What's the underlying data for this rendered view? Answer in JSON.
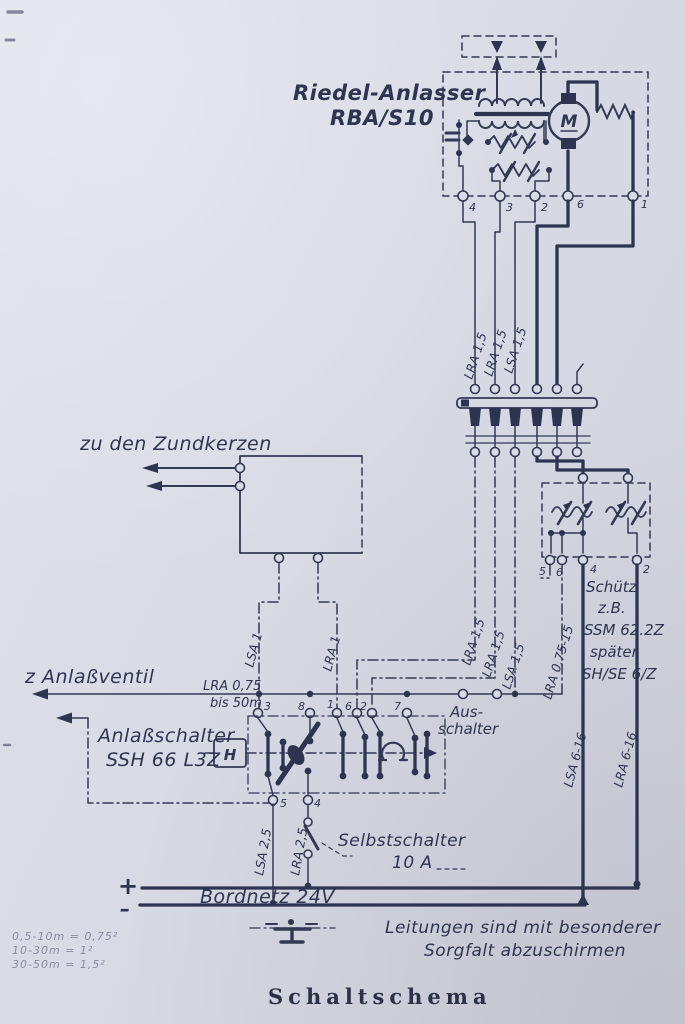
{
  "document": {
    "title": "Schaltschema",
    "shield_note": {
      "line1": "Leitungen sind mit besonderer",
      "line2": "Sorgfalt abzuschirmen"
    },
    "wire_size_notes": {
      "line1": "0,5-10m = 0,75²",
      "line2": "10-30m = 1²",
      "line3": "30-50m = 1,5²"
    }
  },
  "starter": {
    "name_line1": "Riedel-Anlasser",
    "name_line2": "RBA/S10",
    "motor": "M",
    "terminals": {
      "t4": "4",
      "t3": "3",
      "t2": "2",
      "t6": "6",
      "t1": "1"
    }
  },
  "ignition": {
    "label": "zu den Zundkerzen"
  },
  "valve": {
    "label": "z Anlaßventil",
    "wire": "LRA 0,75",
    "length": "bis 50m"
  },
  "starter_switch": {
    "name_line1": "Anlaßschalter",
    "name_line2": "SSH 66 L3Z",
    "h": "H",
    "top_terminals": {
      "t3": "3",
      "t8": "8",
      "t1": "1",
      "t6": "6",
      "t2": "2",
      "t7": "7"
    },
    "bottom_terminals": {
      "t5": "5",
      "t4": "4"
    }
  },
  "off_switch": {
    "line1": "Aus-",
    "line2": "schalter"
  },
  "contactor": {
    "line1": "Schütz",
    "line2": "z.B.",
    "line3": "SSM 62.2Z",
    "line4": "später",
    "line5": "SH/SE 6/Z",
    "terminals": {
      "t5": "5",
      "t6": "6",
      "t4": "4",
      "t2": "2"
    }
  },
  "breaker": {
    "line1": "Selbstschalter",
    "line2": "10 A"
  },
  "power": {
    "label": "Bordnetz 24V",
    "plus": "+",
    "minus": "–"
  },
  "wires": {
    "upper": [
      "LRA 1,5",
      "LRA 1,5",
      "LSA 1,5"
    ],
    "lower": [
      "LRA 1,5",
      "LRA 1,5",
      "LSA 1,5"
    ],
    "lra075_15": "LRA 0,75-15",
    "lsa1": "LSA 1",
    "lra1": "LRA 1",
    "lsa616": "LSA 6-16",
    "lra616": "LRA 6-16",
    "lsa25": "LSA 2,5",
    "lra25": "LRA 2,5"
  },
  "colors": {
    "ink": "#343953",
    "paper": "#d8dae5"
  }
}
